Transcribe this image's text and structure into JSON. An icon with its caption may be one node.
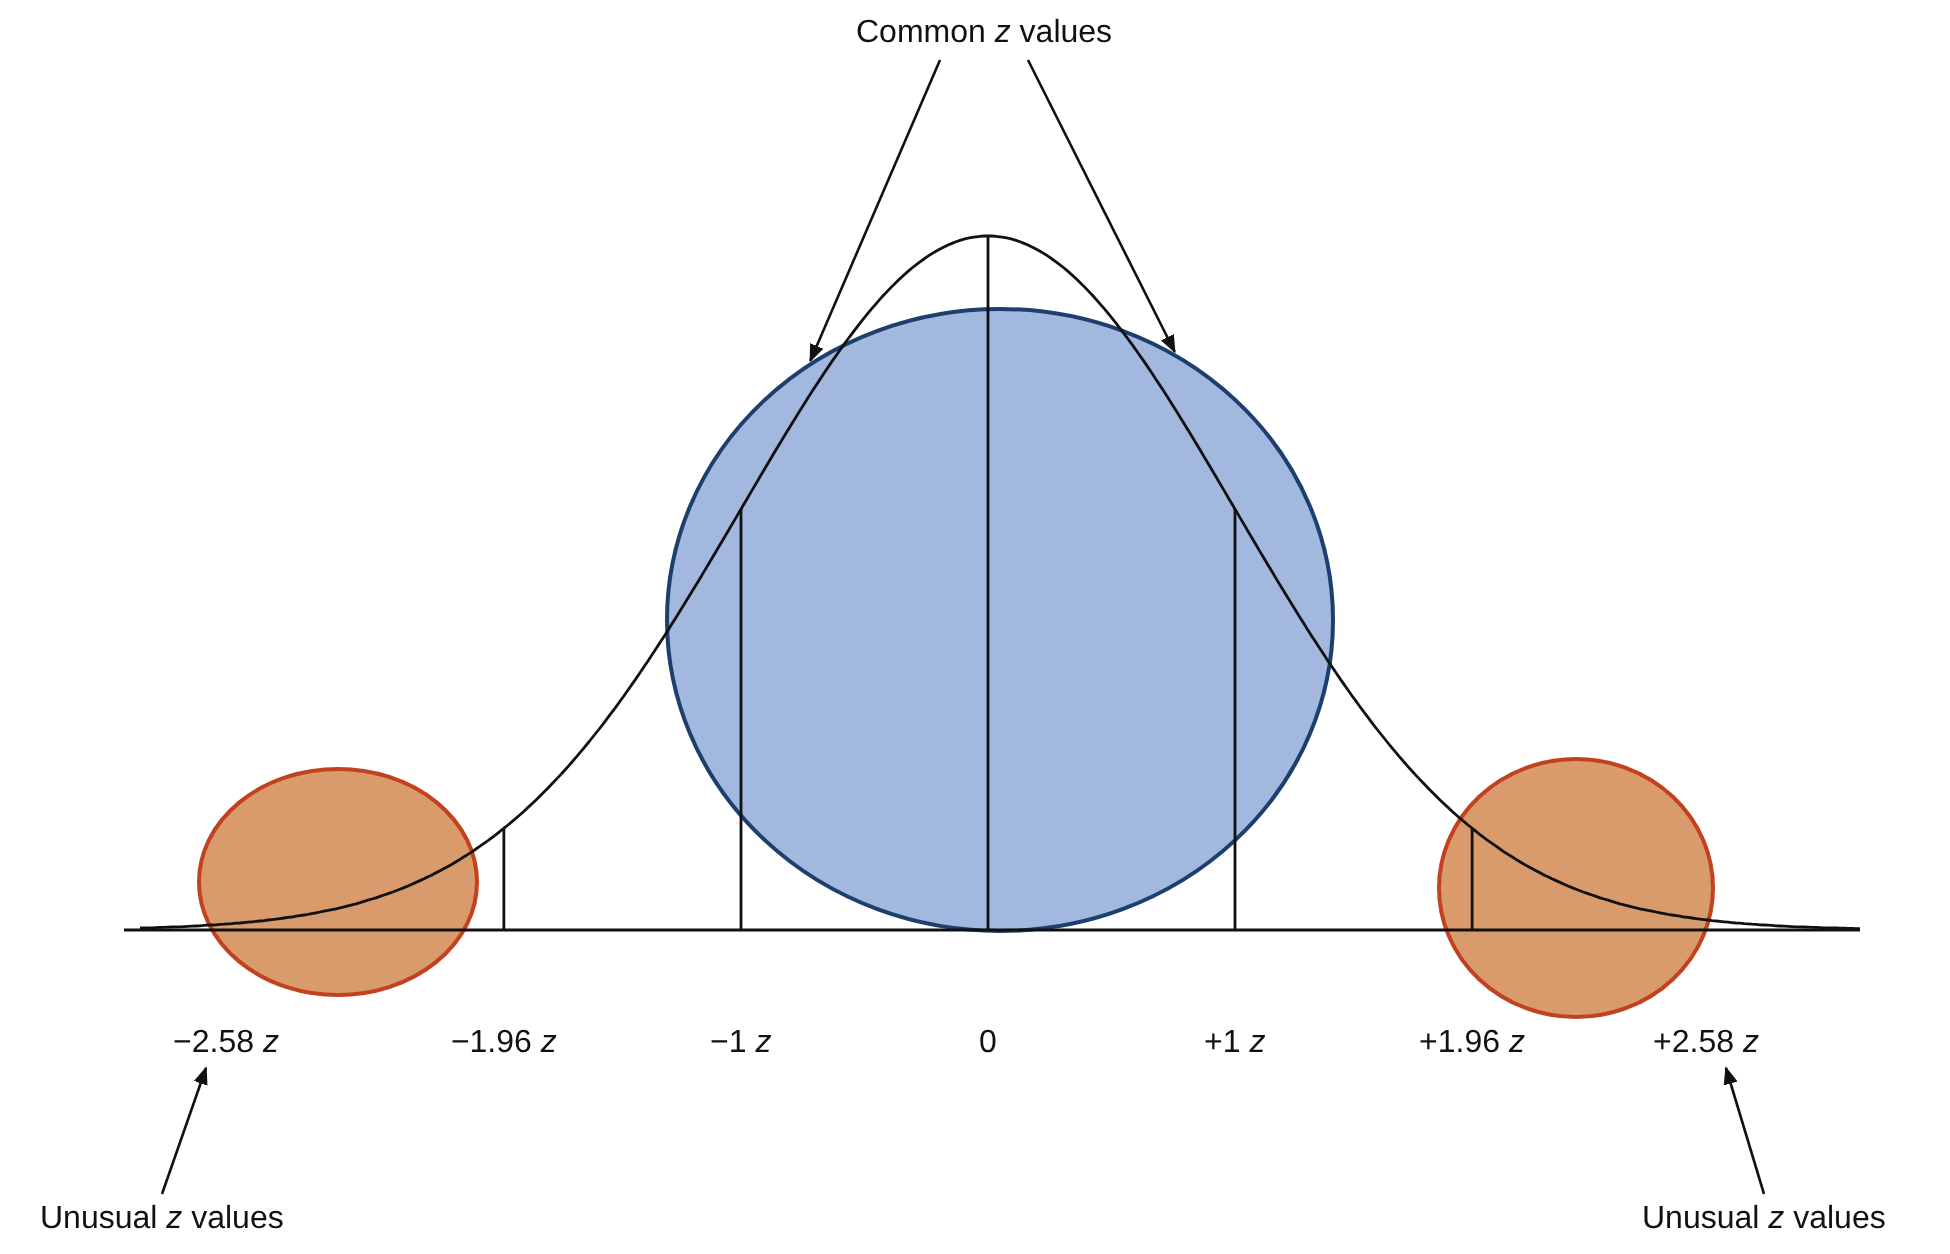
{
  "diagram": {
    "nodes": [
      {
        "text": [
          "Common *z* values"
        ]
      },
      {
        "text": [],
        "shape": "circle"
      },
      {
        "text": [],
        "shape": "circle"
      },
      {
        "text": [],
        "shape": "circle"
      },
      {
        "text": [
          "−2.58 *z*"
        ]
      },
      {
        "text": [
          "+2.58 *z*"
        ]
      },
      {
        "text": [
          "Unusual *z* values"
        ]
      },
      {
        "text": [
          "Unusual *z* values"
        ]
      }
    ],
    "edges": [
      {
        "from": 0,
        "to": 1,
        "arrow": "to"
      },
      {
        "from": 0,
        "to": 1,
        "arrow": "to"
      },
      {
        "from": 6,
        "to": 4,
        "arrow": "to"
      },
      {
        "from": 7,
        "to": 5,
        "arrow": "to"
      }
    ],
    "labels": [
      "−1.96 *z*",
      "−1 *z*",
      "0",
      "+1 *z*",
      "+1.96 *z*"
    ]
  }
}
